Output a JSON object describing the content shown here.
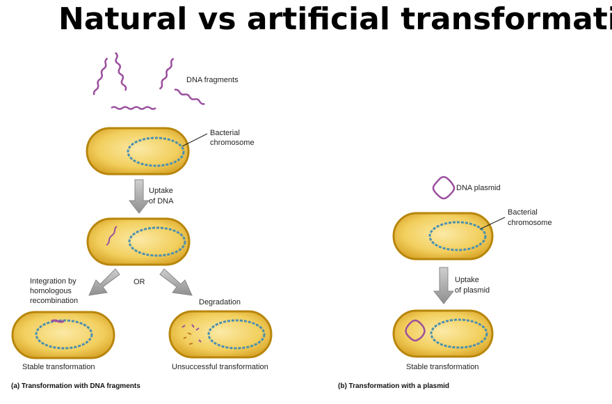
{
  "title": "Natural vs artificial transformation",
  "panel_a": {
    "dna_fragments": "DNA fragments",
    "bacterial_chromosome_1": "Bacterial",
    "bacterial_chromosome_2": "chromosome",
    "uptake_1": "Uptake",
    "uptake_2": "of DNA",
    "or_label": "OR",
    "integration_1": "Integration by",
    "integration_2": "homologous",
    "integration_3": "recombination",
    "degradation": "Degradation",
    "stable": "Stable transformation",
    "unsuccessful": "Unsuccessful transformation",
    "caption": "(a) Transformation with DNA fragments"
  },
  "panel_b": {
    "dna_plasmid": "DNA plasmid",
    "bacterial_chromosome_1": "Bacterial",
    "bacterial_chromosome_2": "chromosome",
    "uptake_1": "Uptake",
    "uptake_2": "of plasmid",
    "stable": "Stable transformation",
    "caption": "(b) Transformation with a plasmid"
  },
  "colors": {
    "cell_fill": "#f3d36a",
    "cell_edge": "#b8860b",
    "chromosome": "#4a8fb0",
    "fragment": "#9b4f9e",
    "arrow": "#9a9a9a"
  }
}
